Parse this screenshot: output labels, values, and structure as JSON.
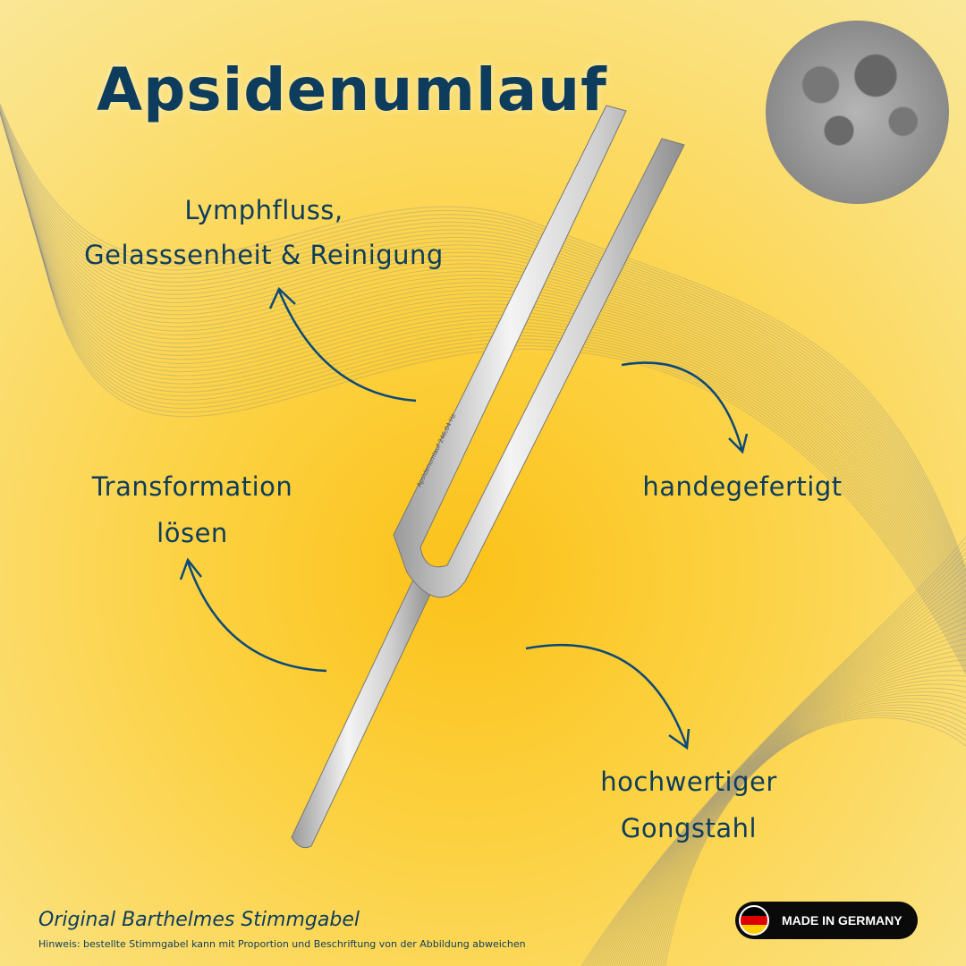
{
  "title": "Apsidenumlauf",
  "features": {
    "lymph_line1": "Lymphfluss,",
    "lymph_line2": "Gelasssenheit & Reinigung",
    "transform_line1": "Transformation",
    "transform_line2": "lösen",
    "handmade": "handegefertigt",
    "steel_line1": "hochwertiger",
    "steel_line2": "Gongstahl"
  },
  "fork_engraving": {
    "name": "Apsidenumlauf",
    "frequency": "246,04 Hz"
  },
  "footer": {
    "original": "Original Barthelmes Stimmgabel",
    "hint": "Hinweis: bestellte Stimmgabel kann mit Proportion und Beschriftung von der Abbildung abweichen",
    "badge": "MADE IN GERMANY"
  },
  "colors": {
    "text": "#0d3c5c",
    "background": "#fcd140"
  }
}
